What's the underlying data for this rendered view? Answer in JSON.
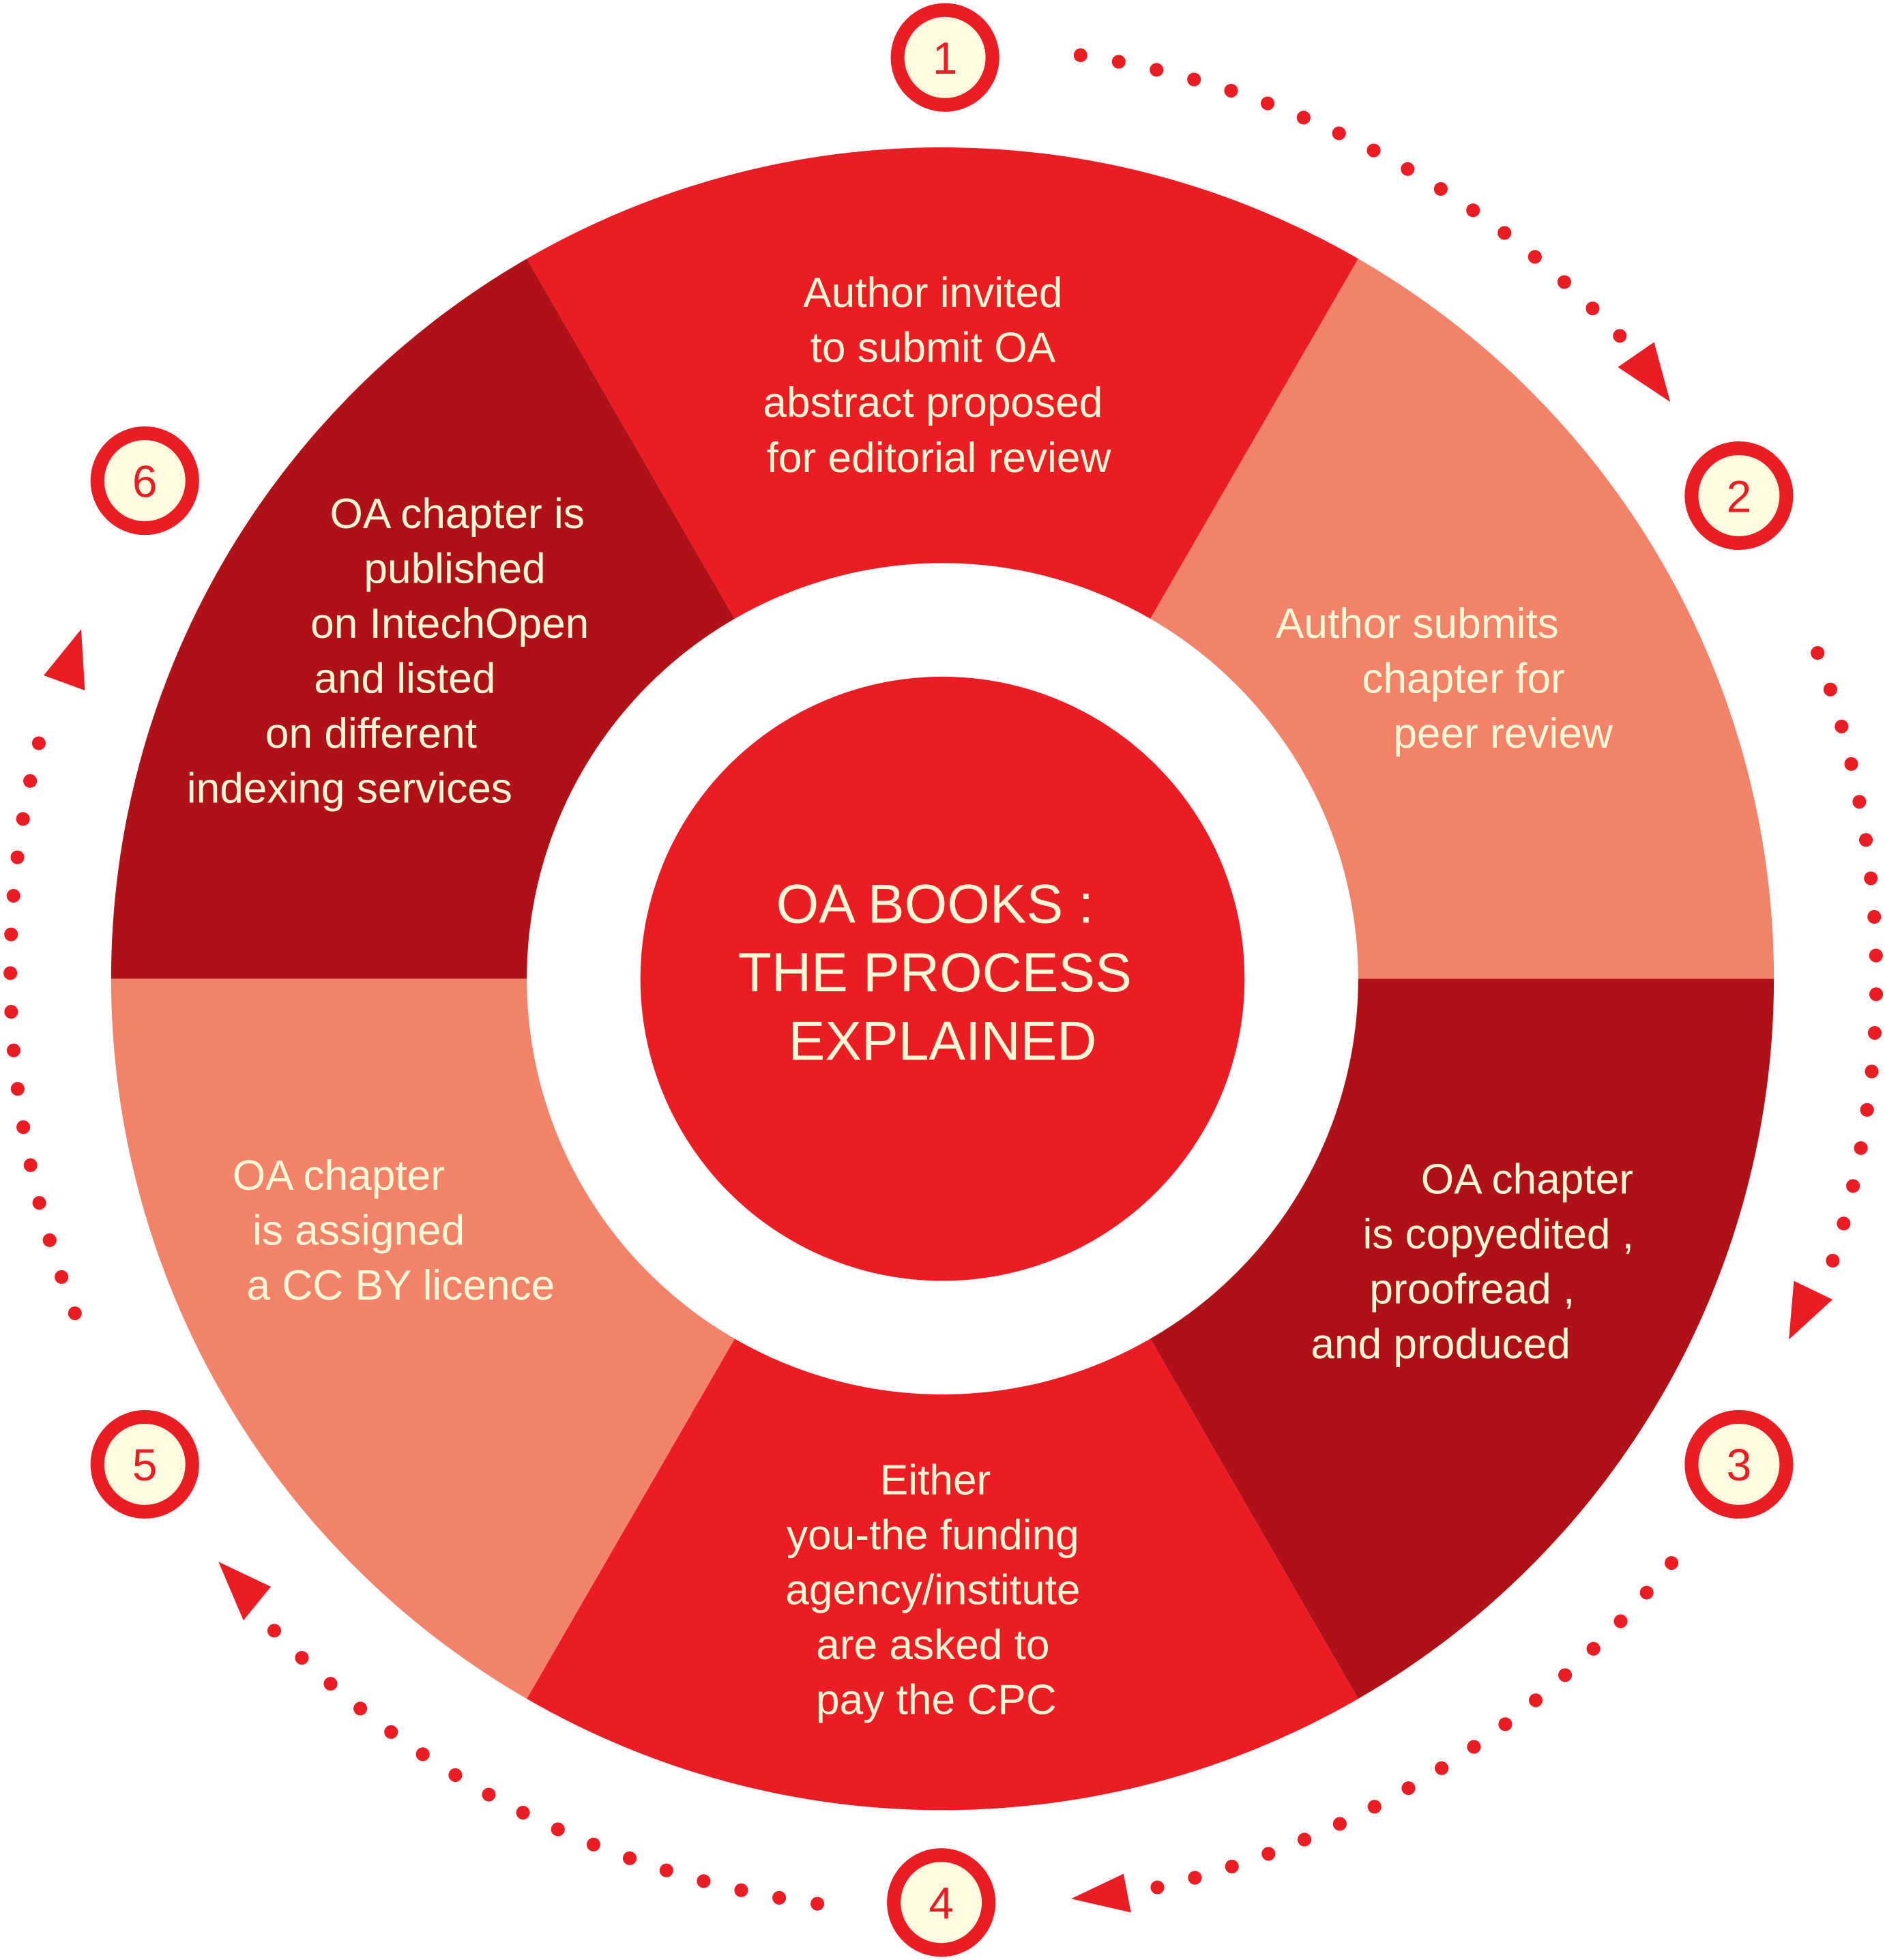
{
  "title": [
    "OA BOOKS :",
    "THE PROCESS",
    "EXPLAINED"
  ],
  "colors": {
    "bright_red": "#EC1C24",
    "salmon": "#F2836A",
    "dark_red": "#B01117",
    "cream": "#FFF9D6"
  },
  "steps": [
    {
      "number": "1",
      "lines": [
        "Author invited",
        "to submit OA",
        "abstract proposed",
        "for editorial review"
      ]
    },
    {
      "number": "2",
      "lines": [
        "Author submits",
        "chapter for",
        "peer review"
      ]
    },
    {
      "number": "3",
      "lines": [
        "OA chapter",
        "is copyedited ,",
        "proofread ,",
        "and produced"
      ]
    },
    {
      "number": "4",
      "lines": [
        "Either",
        "you-the funding",
        "agency/institute",
        "are asked to",
        "pay the CPC"
      ]
    },
    {
      "number": "5",
      "lines": [
        "OA chapter",
        "is assigned",
        "a CC BY licence"
      ]
    },
    {
      "number": "6",
      "lines": [
        "OA chapter is",
        "published",
        "on IntechOpen",
        "and listed",
        "on different",
        "indexing services"
      ]
    }
  ]
}
